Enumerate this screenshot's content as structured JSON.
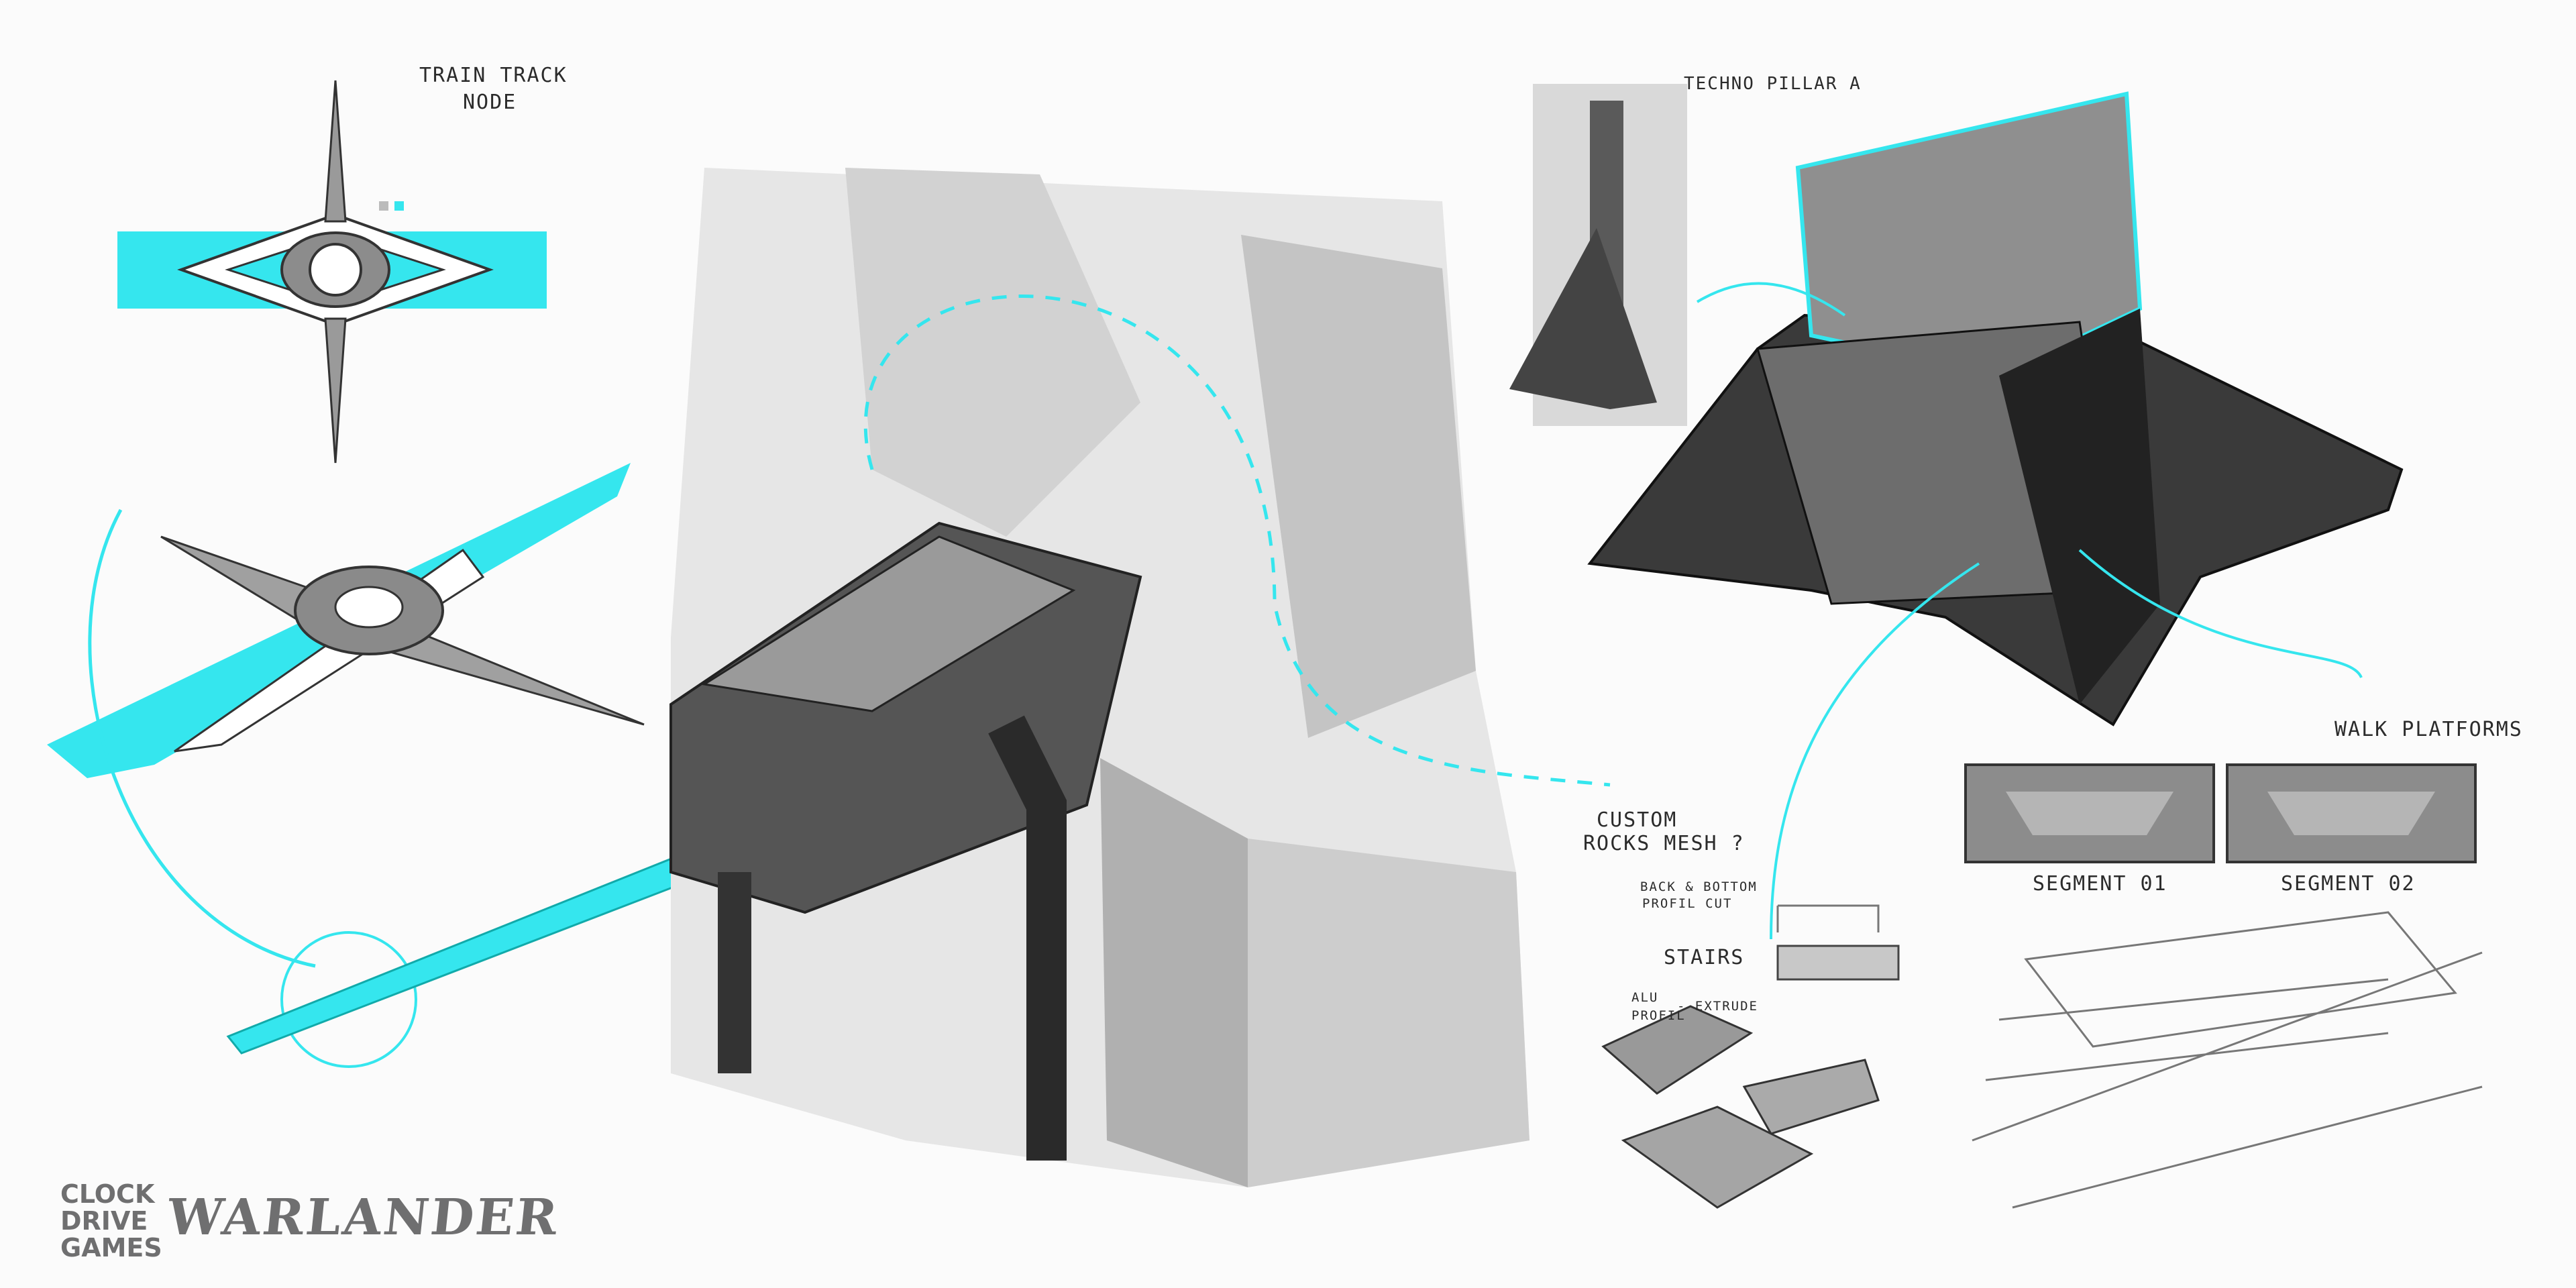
{
  "labels": {
    "train_track_node_1": "Train Track",
    "train_track_node_2": "Node",
    "techno_pillar": "Techno Pillar A",
    "custom_rocks_1": "Custom",
    "custom_rocks_2": "Rocks Mesh ?",
    "walk_platforms": "Walk Platforms",
    "segment_01": "Segment 01",
    "segment_02": "Segment 02",
    "stairs": "Stairs",
    "back_bottom_1": "Back & Bottom",
    "back_bottom_2": "Profil Cut",
    "alu_1": "Alu",
    "alu_2": "Profil",
    "extrude": "- Extrude"
  },
  "logos": {
    "studio_1": "CLOCK",
    "studio_2": "DRIVE",
    "studio_3": "GAMES",
    "game": "WARLANDER"
  },
  "colors": {
    "accent": "#35e6ee",
    "ink": "#2b2b2b",
    "rock": "#d8d8d8",
    "metal": "#5a5a5a"
  }
}
